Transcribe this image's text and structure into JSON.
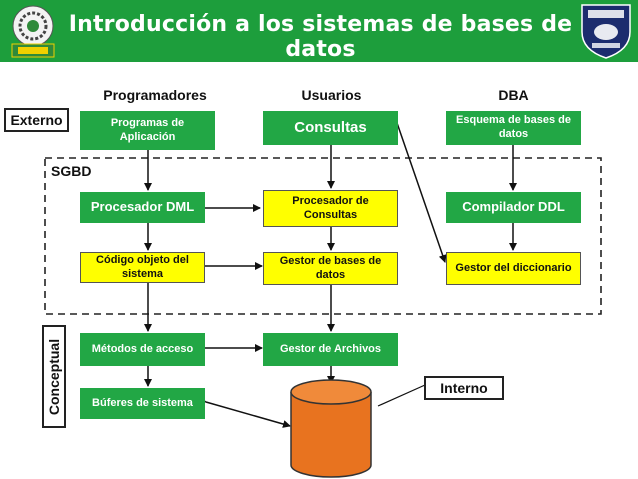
{
  "header": {
    "title": "Introducción a los sistemas de bases de datos",
    "background_color": "#1d9e3c",
    "left_logo_icon": "institution-seal-icon",
    "right_logo_icon": "shield-crest-icon"
  },
  "columns": {
    "programmers": "Programadores",
    "users": "Usuarios",
    "dba": "DBA"
  },
  "labels": {
    "external": "Externo",
    "sgbd": "SGBD",
    "conceptual": "Conceptual",
    "internal": "Interno"
  },
  "boxes": {
    "application_programs": "Programas de Aplicación",
    "queries": "Consultas",
    "db_schema": "Esquema de bases de datos",
    "dml_processor": "Procesador DML",
    "query_processor": "Procesador de Consultas",
    "ddl_compiler": "Compilador DDL",
    "object_code": "Código objeto del sistema",
    "db_manager": "Gestor de bases de datos",
    "dictionary_manager": "Gestor del diccionario",
    "access_methods": "Métodos de acceso",
    "file_manager": "Gestor de Archivos",
    "system_buffers": "Búferes de sistema",
    "database_icon": "database-cylinder-icon"
  },
  "colors": {
    "green_box": "#22a745",
    "yellow_box": "#ffff00",
    "database": "#e8731f"
  }
}
